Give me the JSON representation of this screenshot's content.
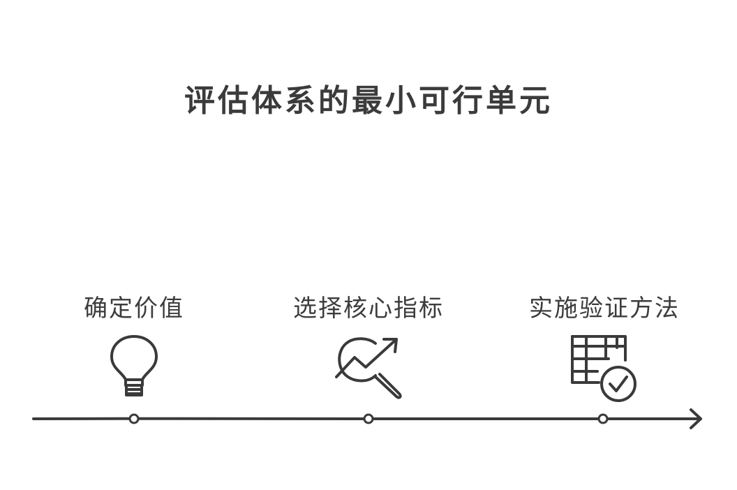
{
  "title": "评估体系的最小可行单元",
  "steps": [
    {
      "label": "确定价值",
      "icon": "lightbulb-icon"
    },
    {
      "label": "选择核心指标",
      "icon": "search-chart-icon"
    },
    {
      "label": "实施验证方法",
      "icon": "table-check-icon"
    }
  ],
  "colors": {
    "ink": "#3a3a3a",
    "background": "#ffffff"
  }
}
